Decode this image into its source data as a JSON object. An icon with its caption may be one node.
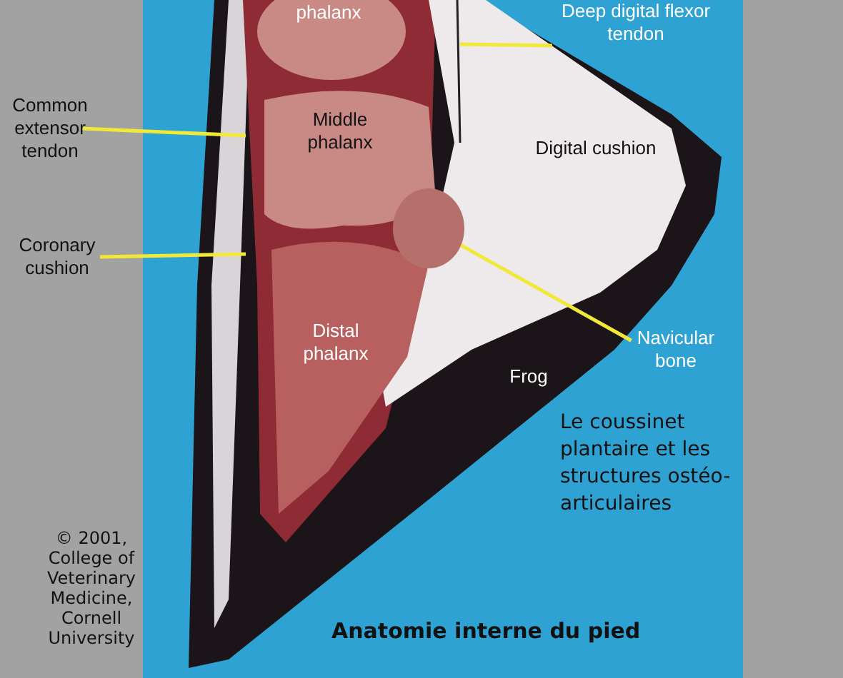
{
  "diagram": {
    "title": "Anatomie interne du pied",
    "nodes": [
      {
        "text": [
          "Deep digital flexor tendon"
        ]
      },
      {
        "text": [
          "Common extensor tendon"
        ]
      },
      {
        "text": [
          "Coronary cushion"
        ]
      },
      {
        "text": [
          "Navicular bone"
        ]
      },
      {
        "text": [],
        "shape": "circle"
      }
    ],
    "edges": [
      {
        "from": 0,
        "to": null,
        "arrow": "none"
      },
      {
        "from": 1,
        "to": null,
        "arrow": "none"
      },
      {
        "from": 2,
        "to": null,
        "arrow": "none"
      },
      {
        "from": 3,
        "to": 4,
        "arrow": "none"
      }
    ],
    "labels": [
      "phalanx",
      "Middle phalanx",
      "Digital cushion",
      "Distal phalanx",
      "Frog",
      "Le coussinet plantaire et les structures ostéo-articulaires",
      "© 2001, College of Veterinary Medicine, Cornell University"
    ]
  }
}
